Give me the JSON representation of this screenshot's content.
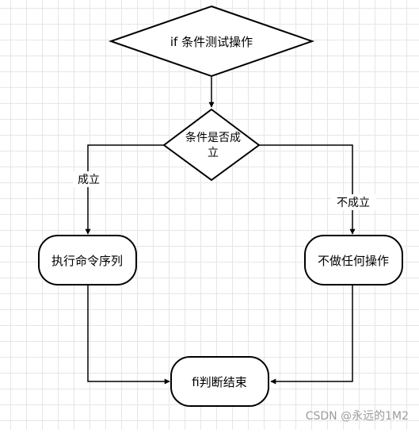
{
  "nodes": {
    "start": {
      "text": "if 条件测试操作"
    },
    "decision": {
      "line1": "条件是否成",
      "line2": "立"
    },
    "action": {
      "text": "执行命令序列"
    },
    "noop": {
      "text": "不做任何操作"
    },
    "end": {
      "text": "fi判断结束"
    }
  },
  "edges": {
    "yes_label": "成立",
    "no_label": "不成立"
  },
  "watermark": "CSDN @永远的1M2"
}
